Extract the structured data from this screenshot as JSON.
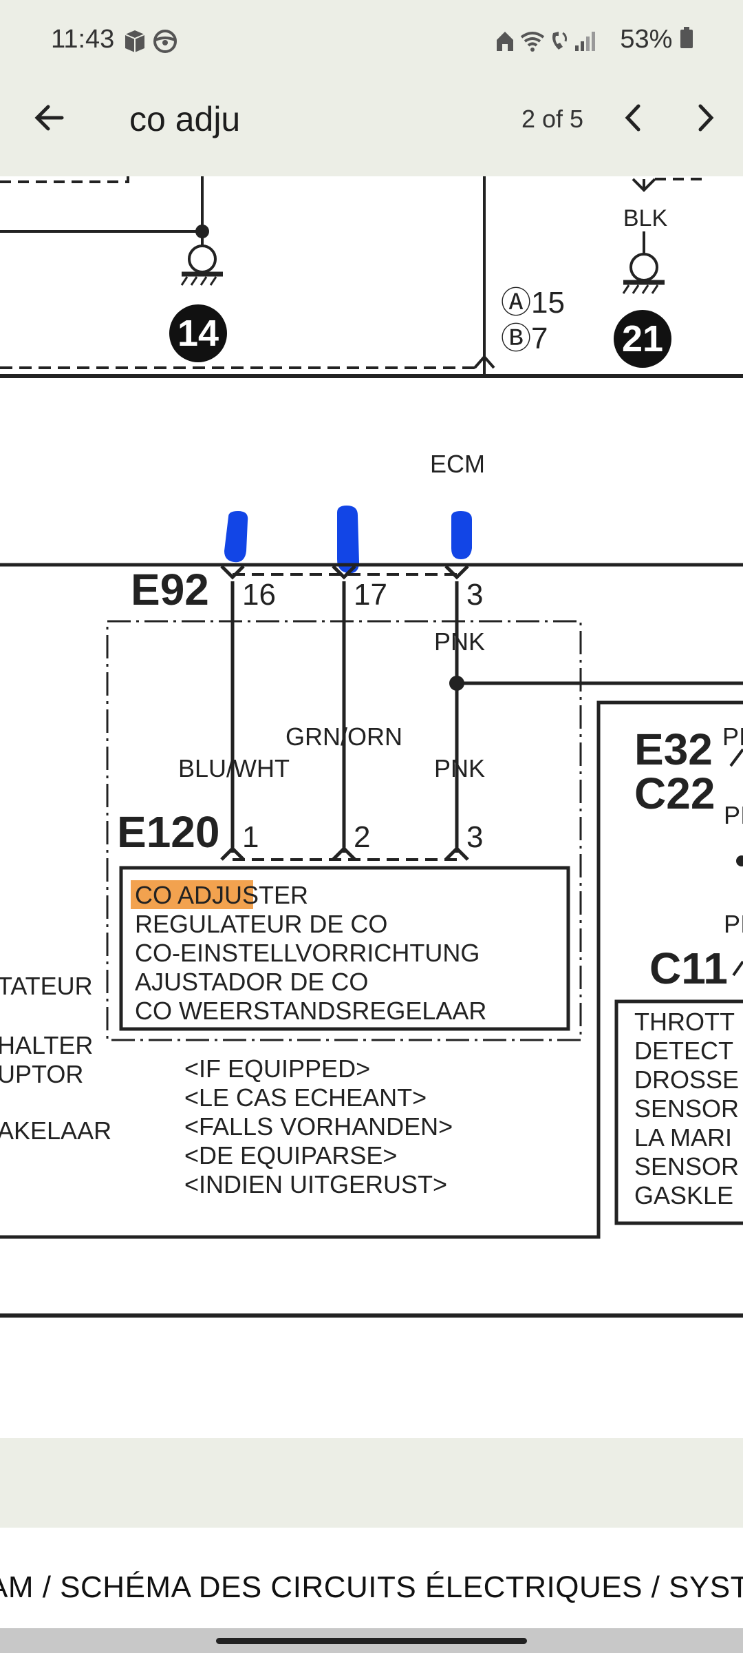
{
  "status_bar": {
    "time": "11:43",
    "battery": "53%",
    "icons": [
      "package-icon",
      "steering-wheel-icon",
      "home-icon",
      "wifi-icon",
      "wifi-call-icon",
      "signal-icon",
      "battery-icon"
    ]
  },
  "find_bar": {
    "query": "co adju",
    "match_count": "2 of 5",
    "icons": [
      "arrow-left-icon",
      "chevron-left-icon",
      "chevron-right-icon"
    ]
  },
  "diagram": {
    "ground_14": "14",
    "ground_21": "21",
    "blk_label": "BLK",
    "ref_a": "Ⓐ15",
    "ref_b": "Ⓑ7",
    "ecm_label": "ECM",
    "e92": "E92",
    "pin_16": "16",
    "pin_17": "17",
    "pin_3_top": "3",
    "pnk_top": "PNK",
    "grn_orn": "GRN/ORN",
    "blu_wht": "BLU/WHT",
    "pnk_bottom": "PNK",
    "e120": "E120",
    "pin_1": "1",
    "pin_2": "2",
    "pin_3_bottom": "3",
    "component_names": {
      "highlight": "CO ADJU",
      "rest": "STER",
      "fr": "REGULATEUR DE CO",
      "de": "CO-EINSTELLVORRICHTUNG",
      "es": "AJUSTADOR DE CO",
      "nl": "CO WEERSTANDSREGELAAR"
    },
    "condition_notes": [
      "<IF EQUIPPED>",
      "<LE CAS ECHEANT>",
      "<FALLS VORHANDEN>",
      "<DE EQUIPARSE>",
      "<INDIEN UITGERUST>"
    ],
    "left_cut_labels": [
      "TATEUR",
      "HALTER",
      "UPTOR",
      "AKELAAR"
    ],
    "e32": "E32",
    "c22": "C22",
    "c11": "C11",
    "right_cut_pins": [
      "PI",
      "PI",
      "PI"
    ],
    "right_box_lines": [
      "THROTT",
      "DETECT",
      "DROSSE",
      "SENSOR",
      "LA MARI",
      "SENSOR",
      "GASKLE"
    ]
  },
  "footer": {
    "diagram_title": "AM / SCHÉMA DES CIRCUITS ÉLECTRIQUES / SYST"
  },
  "colors": {
    "highlight": "#f2a24f",
    "marker_blue": "#1245e6",
    "toolbar_bg": "#eceee6"
  }
}
